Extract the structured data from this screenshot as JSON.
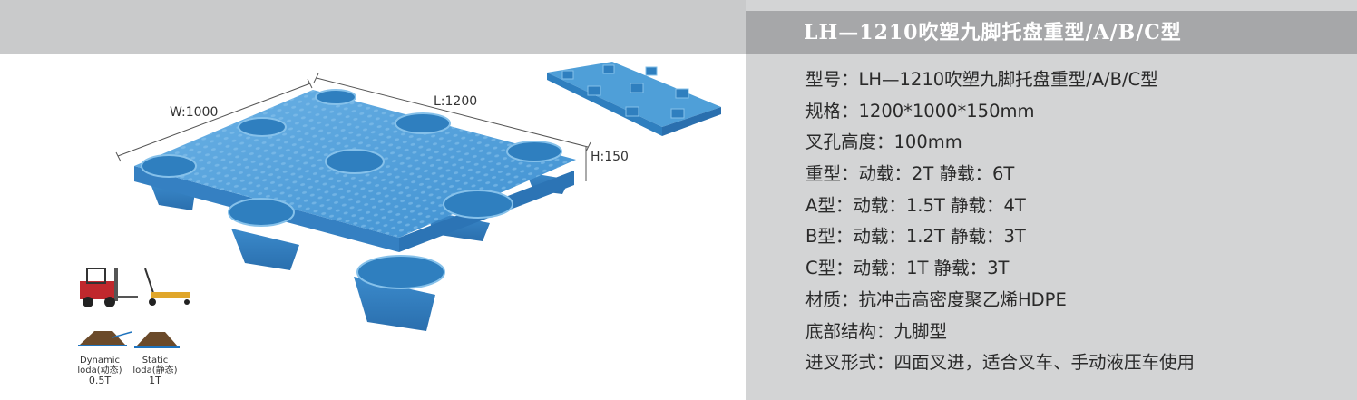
{
  "title": "LH—1210吹塑九脚托盘重型/A/B/C型",
  "specs": [
    "型号：LH—1210吹塑九脚托盘重型/A/B/C型",
    "规格：1200*1000*150mm",
    "叉孔高度：100mm",
    "重型：动载：2T 静载：6T",
    "A型：动载：1.5T 静载：4T",
    "B型：动载：1.2T 静载：3T",
    "C型：动载：1T 静载：3T",
    "材质：抗冲击高密度聚乙烯HDPE",
    "底部结构：九脚型",
    "进叉形式：四面叉进，适合叉车、手动液压车使用"
  ],
  "dimensions": {
    "width": "W:1000",
    "length": "L:1200",
    "height": "H:150"
  },
  "load_captions": {
    "dynamic_1": "Dynamic",
    "dynamic_2": "loda(动态)",
    "dynamic_value": "0.5T",
    "static_1": "Static",
    "static_2": "loda(静态)",
    "static_value": "1T"
  },
  "colors": {
    "pallet_blue": "#4f9fd8",
    "pallet_dark": "#2f7fbf",
    "title_bar": "#a6a7a9",
    "panel_bg": "#d3d4d5"
  }
}
